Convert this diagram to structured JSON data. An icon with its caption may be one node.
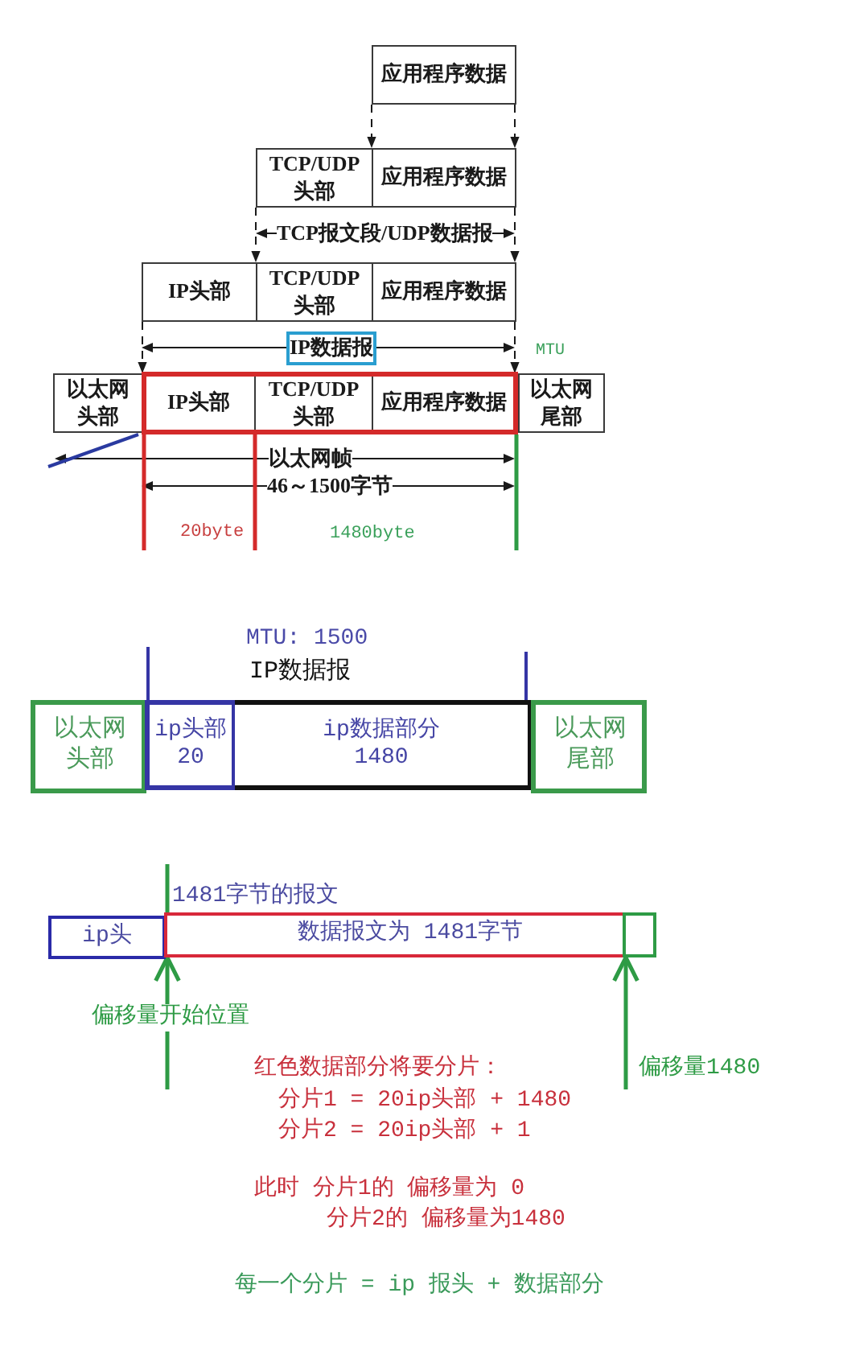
{
  "diagram": {
    "nodes": [
      {
        "text": [
          "应用程序数据"
        ]
      },
      {
        "text": [
          "TCP/UDP 头部"
        ]
      },
      {
        "text": [
          "应用程序数据"
        ]
      },
      {
        "text": [
          "IP头部"
        ]
      },
      {
        "text": [
          "TCP/UDP 头部"
        ]
      },
      {
        "text": [
          "应用程序数据"
        ]
      },
      {
        "text": [
          "IP数据报"
        ]
      },
      {
        "text": [
          "以太网头部"
        ]
      },
      {
        "text": [
          "IP头部"
        ]
      },
      {
        "text": [
          "TCP/UDP 头部"
        ]
      },
      {
        "text": [
          "应用程序数据"
        ]
      },
      {
        "text": [
          "以太网尾部"
        ]
      },
      {
        "text": [
          "以太网头部"
        ]
      },
      {
        "text": [
          "ip头部",
          "20"
        ]
      },
      {
        "text": [
          "ip数据部分",
          "1480"
        ]
      },
      {
        "text": [
          "以太网尾部"
        ]
      },
      {
        "text": [
          "ip头"
        ]
      },
      {
        "text": [
          "数据报文为 1481字节"
        ]
      },
      {
        "text": [],
        "shape": "box",
        "in": 17
      }
    ],
    "edges": [
      {
        "from": 0,
        "to": 2,
        "arrow": "to",
        "style": "dashed"
      },
      {
        "from": 0,
        "to": 2,
        "arrow": "to",
        "style": "dashed"
      },
      {
        "from": 1,
        "to": 4,
        "arrow": "to",
        "style": "dashed"
      },
      {
        "from": 2,
        "to": 5,
        "arrow": "to",
        "style": "dashed"
      },
      {
        "from": 3,
        "to": 8,
        "arrow": "to",
        "style": "dashed"
      },
      {
        "from": 5,
        "to": 10,
        "arrow": "to",
        "style": "dashed"
      },
      {
        "from": null,
        "to": 17,
        "arrow": "to",
        "label": "偏移量开始位置",
        "style": "thick",
        "color": "#2e9b45"
      },
      {
        "from": null,
        "to": 18,
        "arrow": "to",
        "label": "偏移量1480",
        "style": "thick",
        "color": "#2e9b45"
      }
    ],
    "labels": [
      "TCP报文段/UDP数据报",
      "MTU",
      "以太网帧",
      "46～1500字节",
      "20byte",
      "1480byte",
      "MTU: 1500",
      "IP数据报",
      "1481字节的报文",
      "红色数据部分将要分片：",
      "分片1 = 20ip头部 + 1480",
      "分片2 = 20ip头部 + 1",
      "此时 分片1的 偏移量为 0",
      "分片2的 偏移量为1480",
      "每一个分片 = ip 报头 + 数据部分"
    ]
  }
}
